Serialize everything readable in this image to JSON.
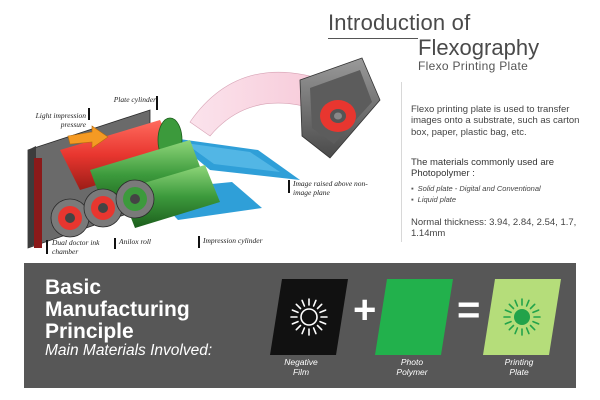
{
  "header": {
    "title_line1": "Introduction of",
    "title_line2": "Flexography",
    "subtitle": "Flexo Printing Plate"
  },
  "diagram": {
    "callouts": {
      "light_impression": "Light impression pressure",
      "plate_cylinder": "Plate cylinder",
      "image_raised": "Image raised above non-image plane",
      "impression_cylinder": "Impression cylinder",
      "anilox_roll": "Anilox roll",
      "doctor_chamber": "Dual doctor ink chamber"
    },
    "colors": {
      "ink_red": "#e8362f",
      "plate_green": "#3c9a3c",
      "substrate_blue": "#2f9fd8",
      "frame_gray": "#6a6a6a",
      "pressure_orange": "#f59a23"
    }
  },
  "description": {
    "intro": "Flexo printing plate is used to transfer images onto a substrate, such as carton box, paper, plastic bag, etc.",
    "materials_heading": "The materials commonly used are Photopolymer :",
    "materials": [
      "Solid plate - Digital and Conventional",
      "Liquid plate"
    ],
    "thickness": "Normal thickness: 3.94, 2.84, 2.54, 1.7, 1.14mm"
  },
  "banner": {
    "title": "Basic Manufacturing Principle",
    "subtitle": "Main Materials Involved:",
    "operators": {
      "plus": "+",
      "equals": "="
    },
    "items": [
      {
        "label_line1": "Negative",
        "label_line2": "Film",
        "color": "#111111"
      },
      {
        "label_line1": "Photo",
        "label_line2": "Polymer",
        "color": "#22b14c"
      },
      {
        "label_line1": "Printing",
        "label_line2": "Plate",
        "color": "#b5dd7a"
      }
    ],
    "background": "#575757"
  }
}
